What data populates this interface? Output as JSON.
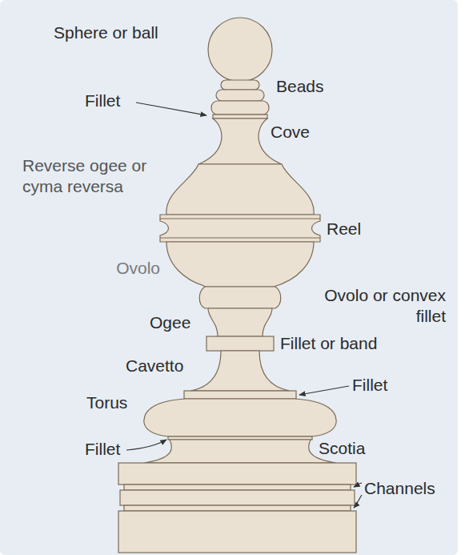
{
  "diagram": {
    "labels": [
      "Sphere or ball",
      "Beads",
      "Fillet",
      "Cove",
      "Reverse ogee or cyma reversa",
      "Reel",
      "Ovolo",
      "Ovolo or convex fillet",
      "Ogee",
      "Fillet or band",
      "Cavetto",
      "Fillet",
      "Torus",
      "Fillet",
      "Scotia",
      "Channels"
    ]
  }
}
